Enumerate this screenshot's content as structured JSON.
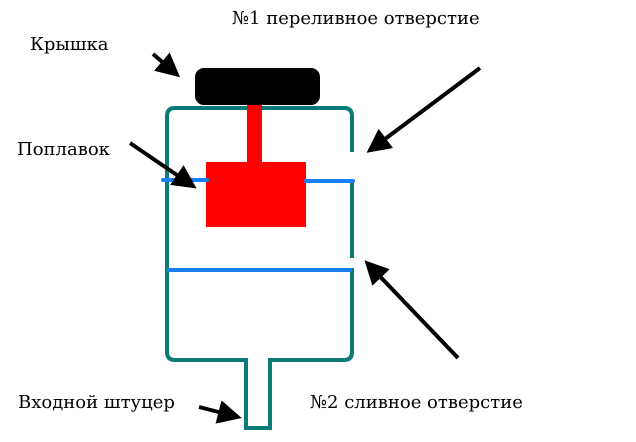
{
  "labels": {
    "lid": "Крышка",
    "overflow_hole": "№1 переливное отверстие",
    "float": "Поплавок",
    "inlet": "Входной штуцер",
    "drain_hole": "№2 сливное отверстие"
  },
  "colors": {
    "tank": "#0b7b78",
    "float": "#ff0000",
    "water_level": "#1a7ff0",
    "lid": "#000000",
    "arrow": "#000000"
  }
}
